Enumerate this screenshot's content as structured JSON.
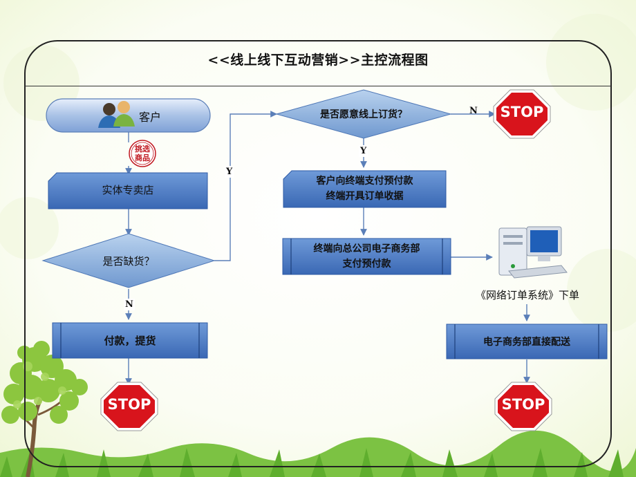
{
  "title": "<<线上线下互动营销>>主控流程图",
  "nodes": {
    "customer": "客户",
    "pick_goods": "挑选\n商品",
    "store": "实体专卖店",
    "out_of_stock": "是否缺货？",
    "pay_pickup": "付款，提货",
    "willing_online": "是否愿意线上订货？",
    "prepay": "客户向终端支付预付款\n终端开具订单收据",
    "hq_prepay": "终端向总公司电子商务部\n支付预付款",
    "order_system": "《网络订单系统》下单",
    "direct_delivery": "电子商务部直接配送"
  },
  "edges": {
    "out_of_stock_no": "N",
    "out_of_stock_yes": "Y",
    "willing_no": "N",
    "willing_yes": "Y"
  },
  "stop_text": "STOP",
  "colors": {
    "box_fill": "#4a7bc4",
    "box_dark": "#2e5aa5",
    "arrow": "#5b7fb8",
    "stop_red": "#d8141c"
  }
}
